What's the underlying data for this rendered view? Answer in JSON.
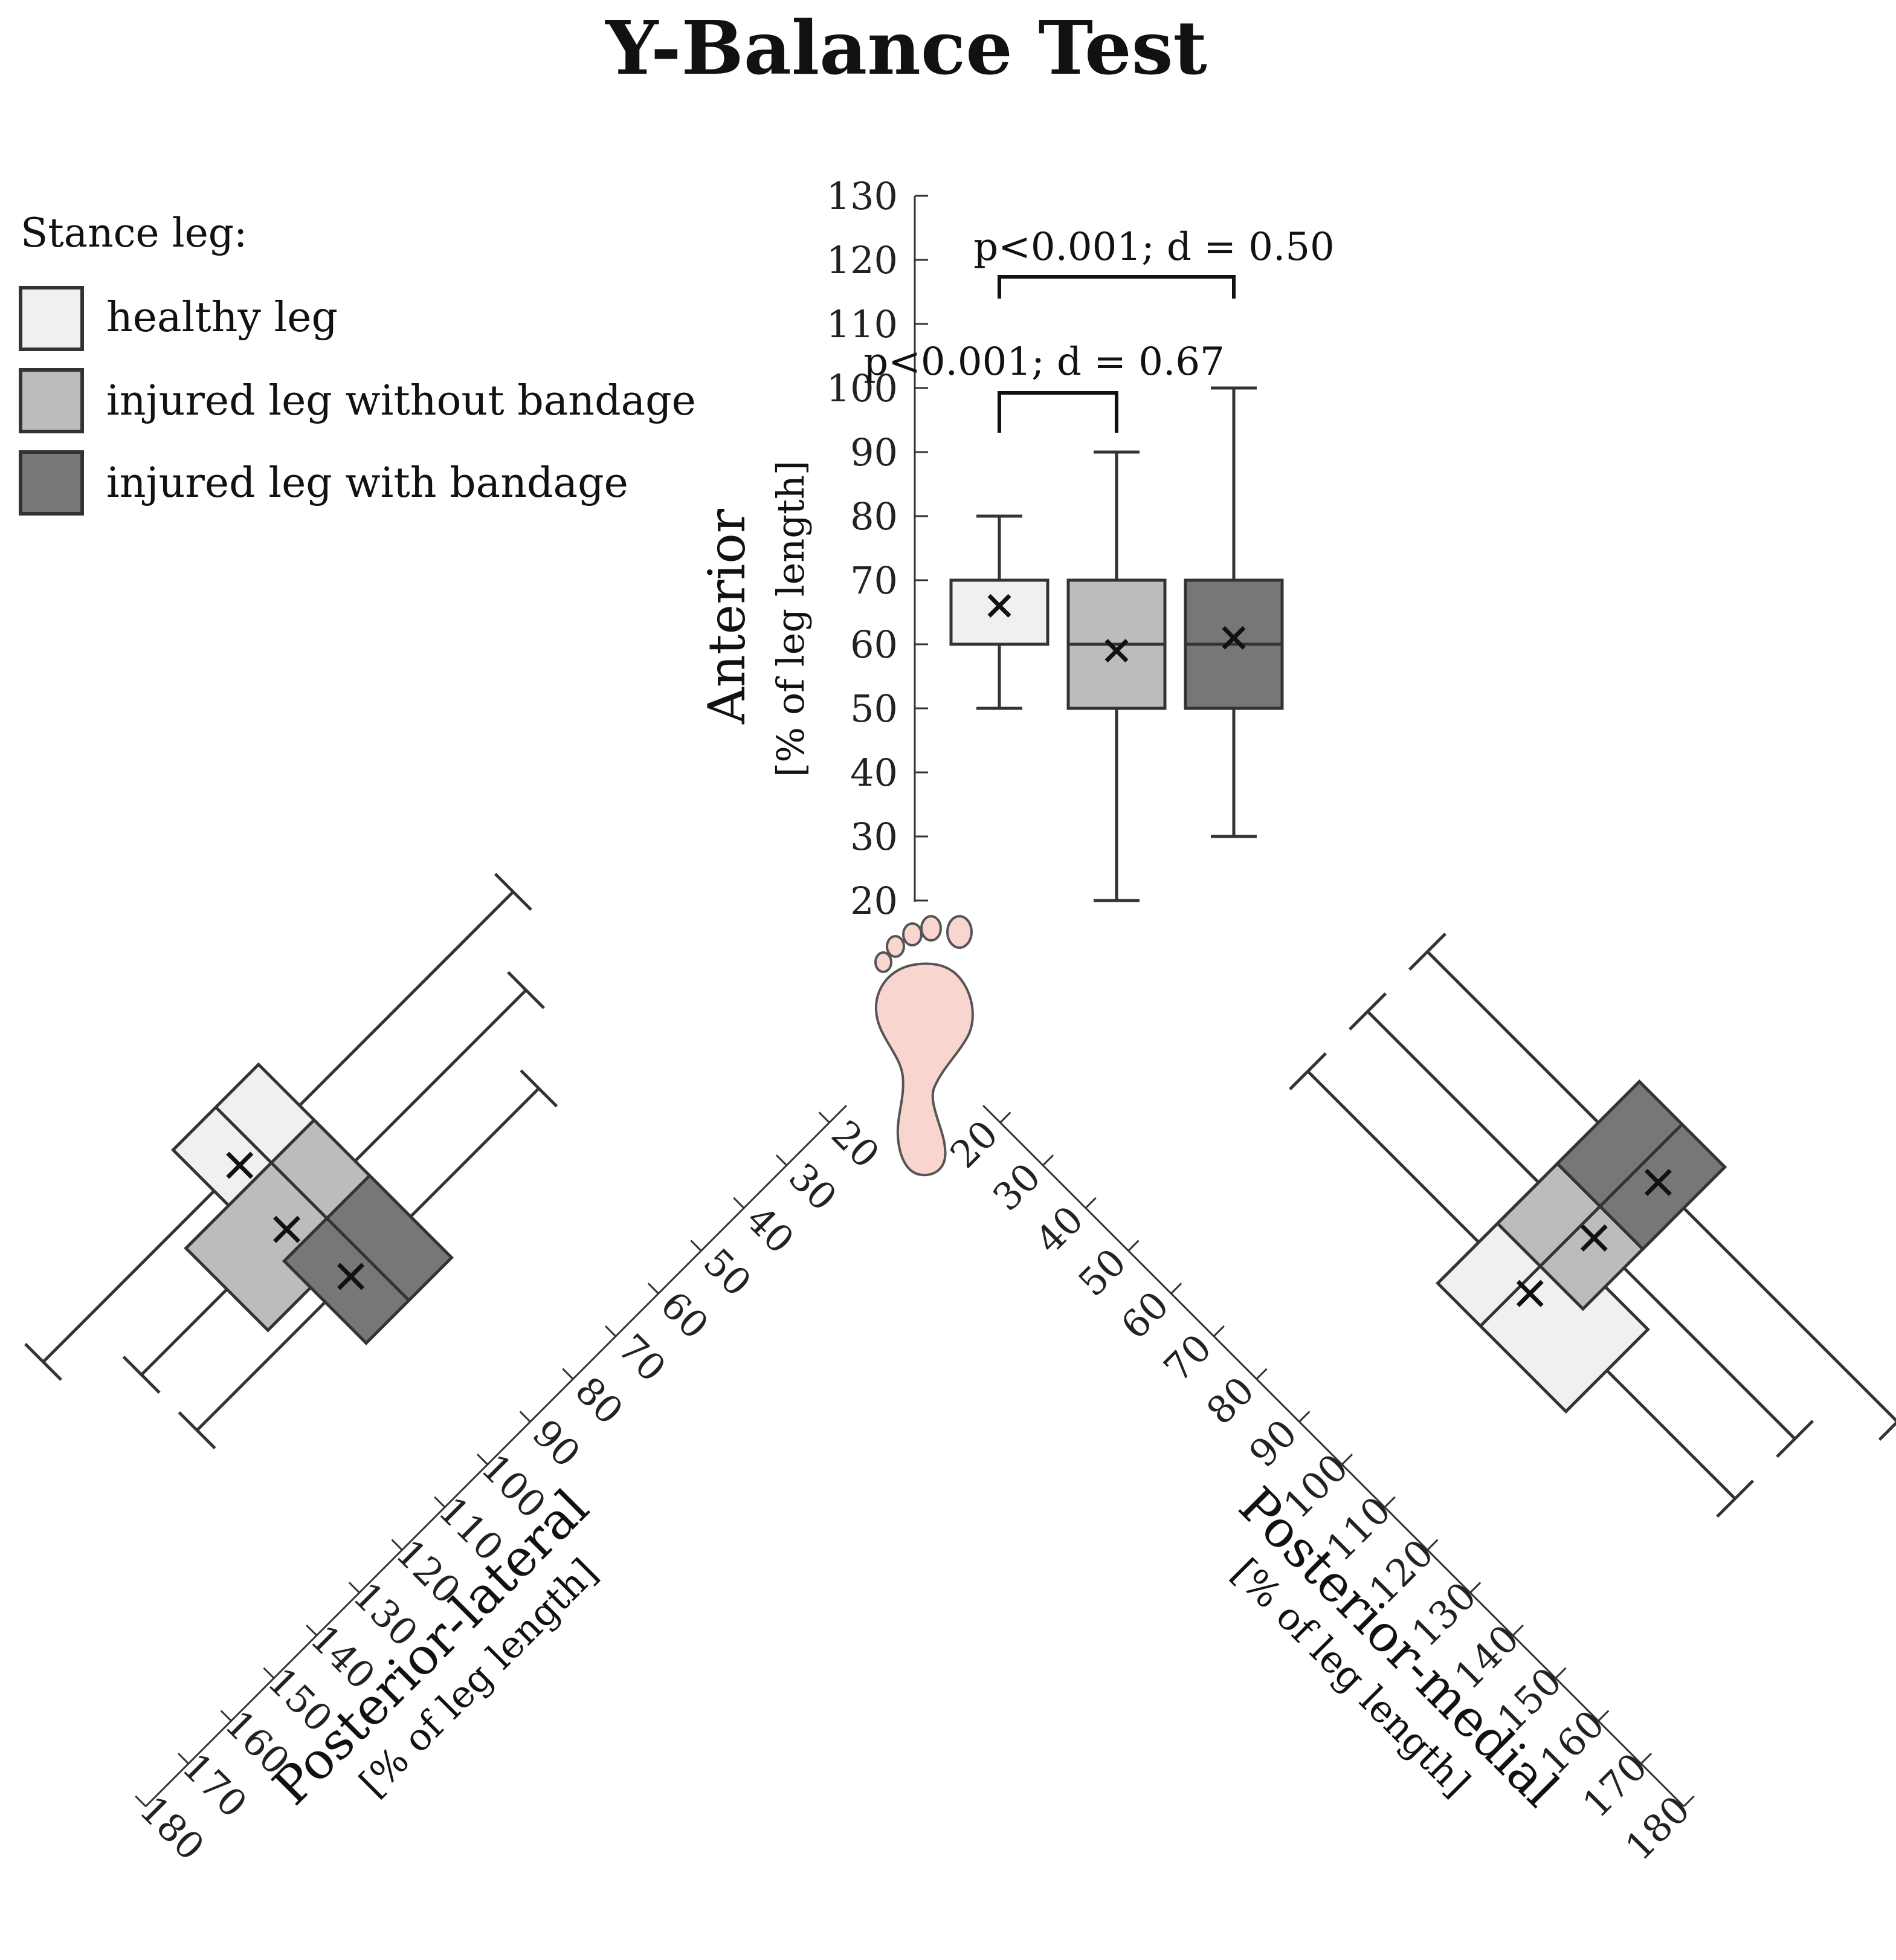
{
  "title": "Y-Balance Test",
  "legend": {
    "title": "Stance leg:",
    "items": [
      {
        "label": "healthy leg",
        "color": "#f0f0f0"
      },
      {
        "label": "injured leg without bandage",
        "color": "#bcbcbc"
      },
      {
        "label": "injured leg with bandage",
        "color": "#777777"
      }
    ]
  },
  "chart_data": [
    {
      "type": "box",
      "direction": "Anterior",
      "axis_label": "Anterior",
      "axis_unit": "[% of leg length]",
      "axis_range": [
        20,
        130
      ],
      "ticks": [
        20,
        30,
        40,
        50,
        60,
        70,
        80,
        90,
        100,
        110,
        120,
        130
      ],
      "series": [
        {
          "name": "healthy leg",
          "whisker_low": 50,
          "q1": 60,
          "median": 60,
          "q3": 70,
          "whisker_high": 80,
          "mean": 66
        },
        {
          "name": "injured leg without bandage",
          "whisker_low": 20,
          "q1": 50,
          "median": 60,
          "q3": 70,
          "whisker_high": 90,
          "mean": 59
        },
        {
          "name": "injured leg with bandage",
          "whisker_low": 30,
          "q1": 50,
          "median": 60,
          "q3": 70,
          "whisker_high": 100,
          "mean": 61
        }
      ],
      "annotations": [
        {
          "text": "p<0.001; d = 0.67",
          "between": [
            0,
            1
          ]
        },
        {
          "text": "p<0.001; d = 0.50",
          "between": [
            0,
            2
          ]
        }
      ]
    },
    {
      "type": "box",
      "direction": "Posterior-lateral",
      "axis_label": "Posterior-lateral",
      "axis_unit": "[% of leg length]",
      "axis_range": [
        20,
        180
      ],
      "ticks": [
        20,
        30,
        40,
        50,
        60,
        70,
        80,
        90,
        100,
        110,
        120,
        130,
        140,
        150,
        160,
        170,
        180
      ],
      "series": [
        {
          "name": "healthy leg",
          "whisker_low": 30,
          "q1": 80,
          "median": 90,
          "q3": 100,
          "whisker_high": 140,
          "mean": 94
        },
        {
          "name": "injured leg without bandage",
          "whisker_low": 40,
          "q1": 80,
          "median": 90,
          "q3": 110,
          "whisker_high": 130,
          "mean": 96
        },
        {
          "name": "injured leg with bandage",
          "whisker_low": 50,
          "q1": 80,
          "median": 90,
          "q3": 100,
          "whisker_high": 130,
          "mean": 94
        }
      ]
    },
    {
      "type": "box",
      "direction": "Posterior-medial",
      "axis_label": "Posterior-medial",
      "axis_unit": "[% of leg length]",
      "axis_range": [
        20,
        180
      ],
      "ticks": [
        20,
        30,
        40,
        50,
        60,
        70,
        80,
        90,
        100,
        110,
        120,
        130,
        140,
        150,
        160,
        170,
        180
      ],
      "series": [
        {
          "name": "healthy leg",
          "whisker_low": 50,
          "q1": 90,
          "median": 100,
          "q3": 120,
          "whisker_high": 150,
          "mean": 102
        },
        {
          "name": "injured leg without bandage",
          "whisker_low": 50,
          "q1": 90,
          "median": 100,
          "q3": 110,
          "whisker_high": 150,
          "mean": 103
        },
        {
          "name": "injured leg with bandage",
          "whisker_low": 50,
          "q1": 90,
          "median": 100,
          "q3": 110,
          "whisker_high": 160,
          "mean": 104
        }
      ]
    }
  ]
}
